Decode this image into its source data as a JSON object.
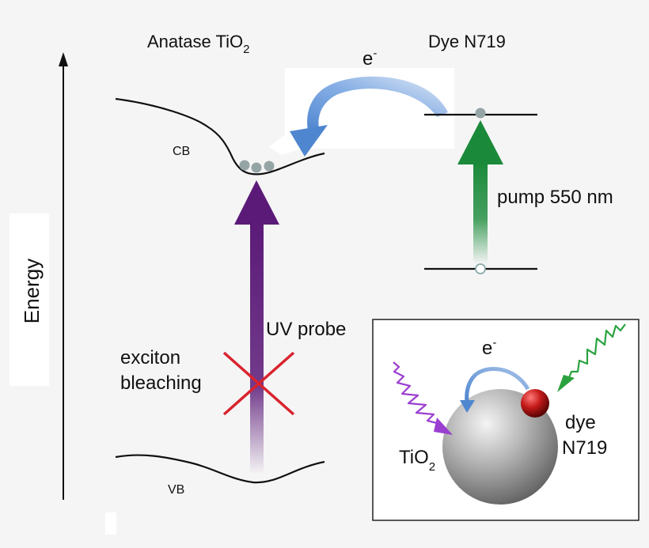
{
  "titles": {
    "left_main": "Anatase TiO",
    "left_sub": "2",
    "right": "Dye N719"
  },
  "energy_axis_label": "Energy",
  "band_labels": {
    "cb": "CB",
    "vb": "VB"
  },
  "electron_label": {
    "main": "e",
    "sup": "-"
  },
  "pump_label": "pump 550 nm",
  "uv_probe_label": "UV probe",
  "exciton_label": {
    "line1": "exciton",
    "line2": "bleaching"
  },
  "inset": {
    "electron_main": "e",
    "electron_sup": "-",
    "tio2_main": "TiO",
    "tio2_sub": "2",
    "dye_line1": "dye",
    "dye_line2": "N719"
  },
  "colors": {
    "background": "#f5f5f5",
    "uv_arrow": "#5b1a78",
    "pump_arrow": "#1a8a3a",
    "transfer_arrow": "#5b8fd6",
    "cross": "#d9232e",
    "inset_purple_wave": "#9b3fd0",
    "inset_green_wave": "#2aa23f",
    "dye_sphere": "#c41a1a",
    "tio2_sphere": "#9a9a9a",
    "electron_dots": "#95a4a4"
  }
}
